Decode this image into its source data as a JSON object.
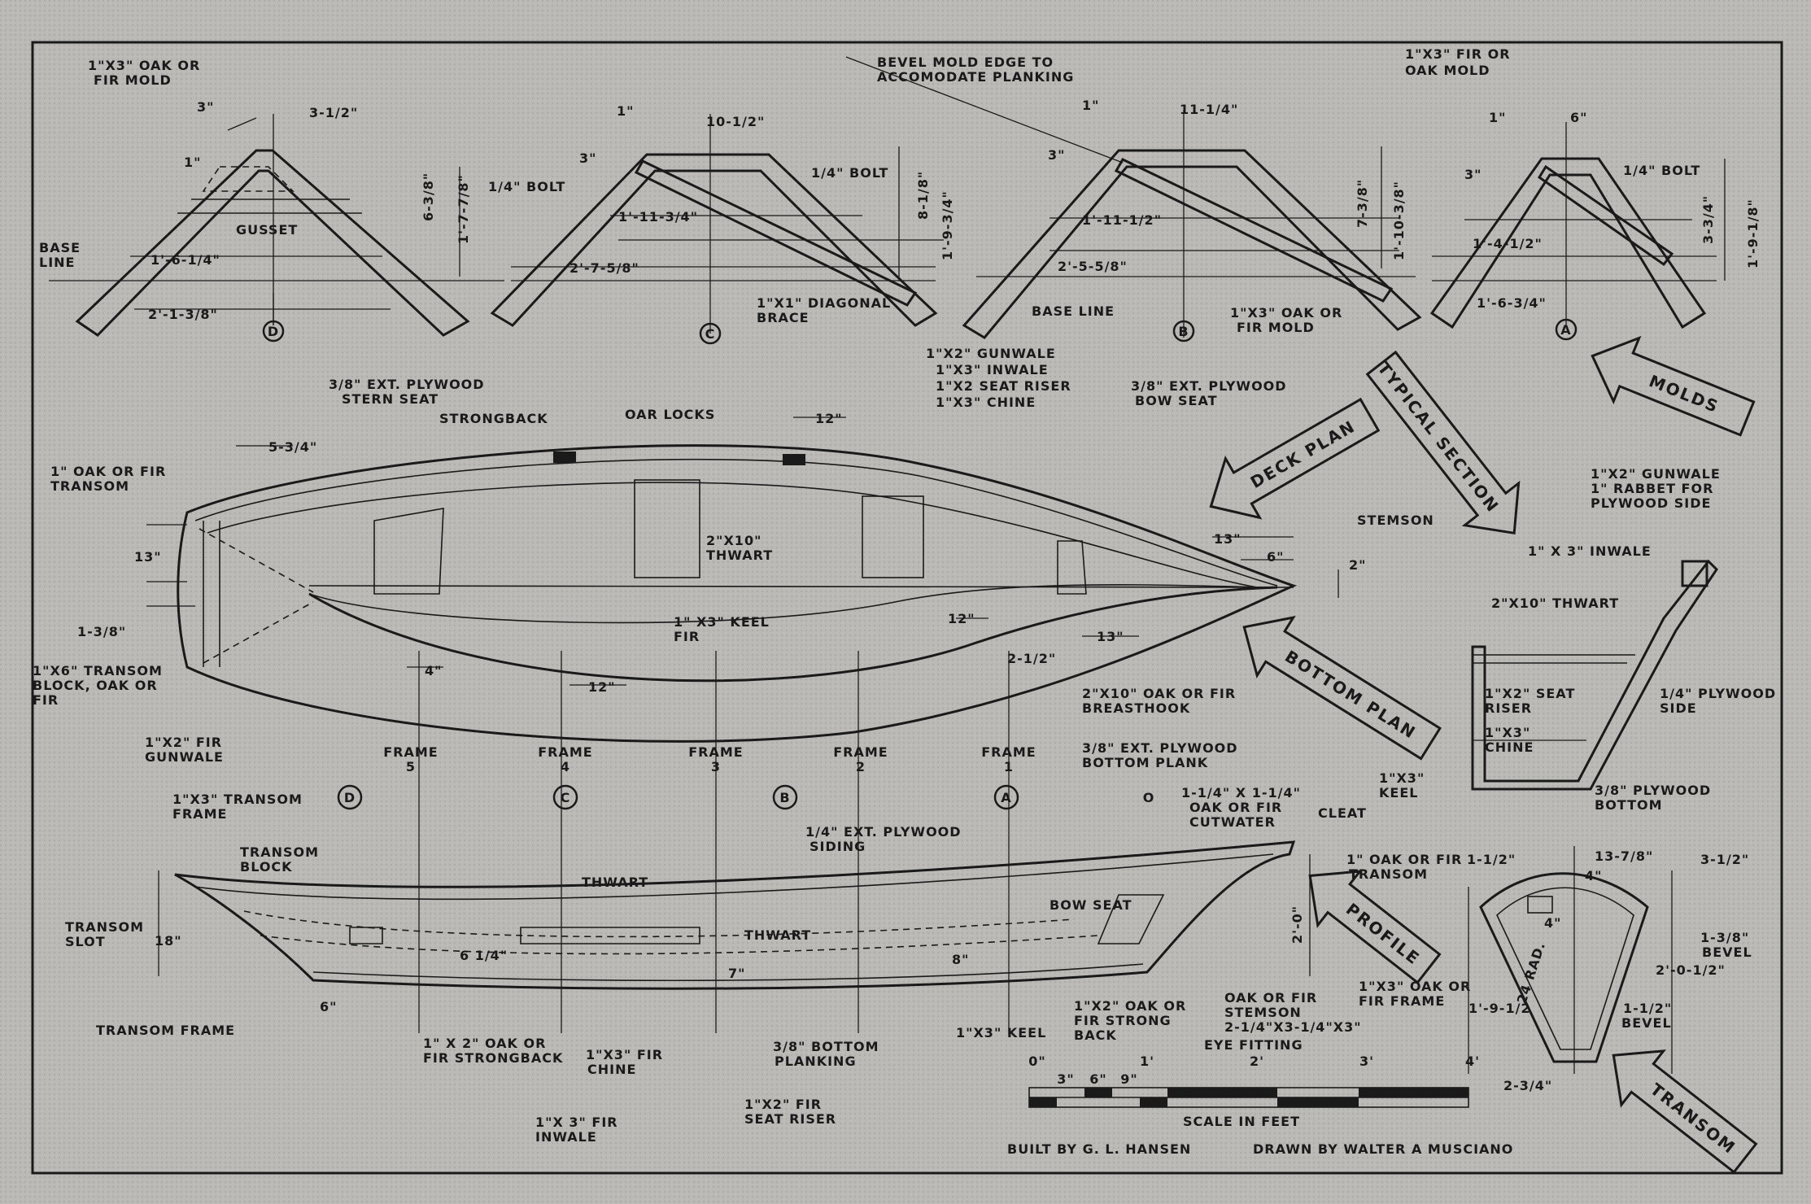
{
  "molds": {
    "D": {
      "id": "D",
      "labels": [
        "1\"X3\" OAK OR",
        "FIR MOLD",
        "3\"",
        "3-1/2\"",
        "1\"",
        "GUSSET",
        "6-3/8\"",
        "1'-7-7/8\"",
        "BASE",
        "LINE",
        "1'-6-1/4\"",
        "2'-1-3/8\""
      ]
    },
    "C": {
      "id": "C",
      "labels": [
        "1\"",
        "10-1/2\"",
        "3\"",
        "1/4\" BOLT",
        "1/4\" BOLT",
        "8-1/8\"",
        "1'-9-3/4\"",
        "1'-11-3/4\"",
        "2'-7-5/8\"",
        "1\"X1\" DIAGONAL",
        "BRACE"
      ]
    },
    "B": {
      "id": "B",
      "labels": [
        "BEVEL MOLD EDGE TO",
        "ACCOMODATE PLANKING",
        "1\"",
        "11-1/4\"",
        "3\"",
        "7-3/8\"",
        "1'-10-3/8\"",
        "1'-11-1/2\"",
        "2'-5-5/8\"",
        "BASE LINE",
        "1\"X3\" OAK OR",
        "FIR MOLD"
      ]
    },
    "A": {
      "id": "A",
      "labels": [
        "1\"X3\" FIR OR",
        "OAK MOLD",
        "1\"",
        "6\"",
        "3\"",
        "1/4\" BOLT",
        "3-3/4\"",
        "1'-9-1/8\"",
        "1'-4-1/2\"",
        "1'-6-3/4\""
      ]
    }
  },
  "deck_plan": {
    "labels": [
      "1\"X2\" GUNWALE",
      "1\"X3\" INWALE",
      "1\"X2 SEAT RISER",
      "1\"X3\" CHINE",
      "3/8\" EXT. PLYWOOD",
      "STERN SEAT",
      "STRONGBACK",
      "OAR LOCKS",
      "12\"",
      "3/8\" EXT. PLYWOOD",
      "BOW SEAT",
      "5-3/4\"",
      "1\" OAK OR FIR",
      "TRANSOM",
      "13\"",
      "2\"X10\"",
      "THWART",
      "STEMSON",
      "13\"",
      "6\"",
      "2\"",
      "1-3/8\"",
      "1\" X3\" KEEL",
      "FIR",
      "12\"",
      "13\"",
      "2-1/2\"",
      "4\"",
      "12\"",
      "1\"X6\" TRANSOM",
      "BLOCK, OAK OR",
      "FIR",
      "2\"X10\" OAK OR FIR",
      "BREASTHOOK",
      "1\"X2\" FIR",
      "GUNWALE",
      "3/8\" EXT. PLYWOOD",
      "BOTTOM PLANK",
      "1\"X3\" TRANSOM",
      "FRAME",
      "1/4\" EXT. PLYWOOD",
      "SIDING"
    ],
    "frames": [
      "FRAME\n5",
      "FRAME\n4",
      "FRAME\n3",
      "FRAME\n2",
      "FRAME\n1"
    ],
    "stations": [
      "D",
      "C",
      "B",
      "A",
      "O"
    ]
  },
  "profile": {
    "labels": [
      "TRANSOM",
      "BLOCK",
      "TRANSOM",
      "SLOT",
      "18\"",
      "THWART",
      "THWART",
      "6 1/4\"",
      "7\"",
      "8\"",
      "BOW SEAT",
      "2'-0\"",
      "1-1/4\" X 1-1/4\"",
      "OAK OR FIR",
      "CUTWATER",
      "CLEAT",
      "TRANSOM FRAME",
      "6\"",
      "1\" X 2\" OAK OR",
      "FIR STRONGBACK",
      "1\"X3\" FIR",
      "CHINE",
      "3/8\" BOTTOM",
      "PLANKING",
      "1\"X3\" KEEL",
      "1\"X2\" OAK OR",
      "FIR STRONG",
      "BACK",
      "OAK OR FIR",
      "STEMSON",
      "2-1/4\"X3-1/4\"X3\"",
      "EYE FITTING",
      "1\"X2\" FIR",
      "SEAT RISER",
      "1\"X 3\" FIR",
      "INWALE"
    ]
  },
  "typical_section": {
    "labels": [
      "1\"X2\" GUNWALE",
      "1\" RABBET FOR",
      "PLYWOOD SIDE",
      "1\" X 3\" INWALE",
      "2\"X10\" THWART",
      "1\"X2\" SEAT",
      "RISER",
      "1/4\" PLYWOOD",
      "SIDE",
      "1\"X3\"",
      "CHINE",
      "1\"X3\"",
      "KEEL",
      "3/8\" PLYWOOD",
      "BOTTOM"
    ]
  },
  "transom": {
    "labels": [
      "1\" OAK OR FIR",
      "TRANSOM",
      "1-1/2\"",
      "13-7/8\"",
      "4\"",
      "3-1/2\"",
      "4\"",
      "24 RAD.",
      "1-3/8\"",
      "BEVEL",
      "2'-0-1/2\"",
      "1\"X3\" OAK OR",
      "FIR FRAME",
      "1'-9-1/2",
      "1-1/2\"",
      "BEVEL",
      "2-3/4\""
    ]
  },
  "arrows": {
    "molds": "MOLDS",
    "typical_section": "TYPICAL SECTION",
    "deck_plan": "DECK PLAN",
    "bottom_plan": "BOTTOM PLAN",
    "profile": "PROFILE",
    "transom": "TRANSOM"
  },
  "scale": {
    "ticks": [
      "0\"",
      "3\"",
      "6\"",
      "9\"",
      "1'",
      "2'",
      "3'",
      "4'"
    ],
    "label": "SCALE IN FEET"
  },
  "credits": {
    "built": "BUILT BY G. L. HANSEN",
    "drawn": "DRAWN BY WALTER A MUSCIANO"
  },
  "colors": {
    "paper": "#b8b6b2",
    "ink": "#1a1a1a"
  }
}
